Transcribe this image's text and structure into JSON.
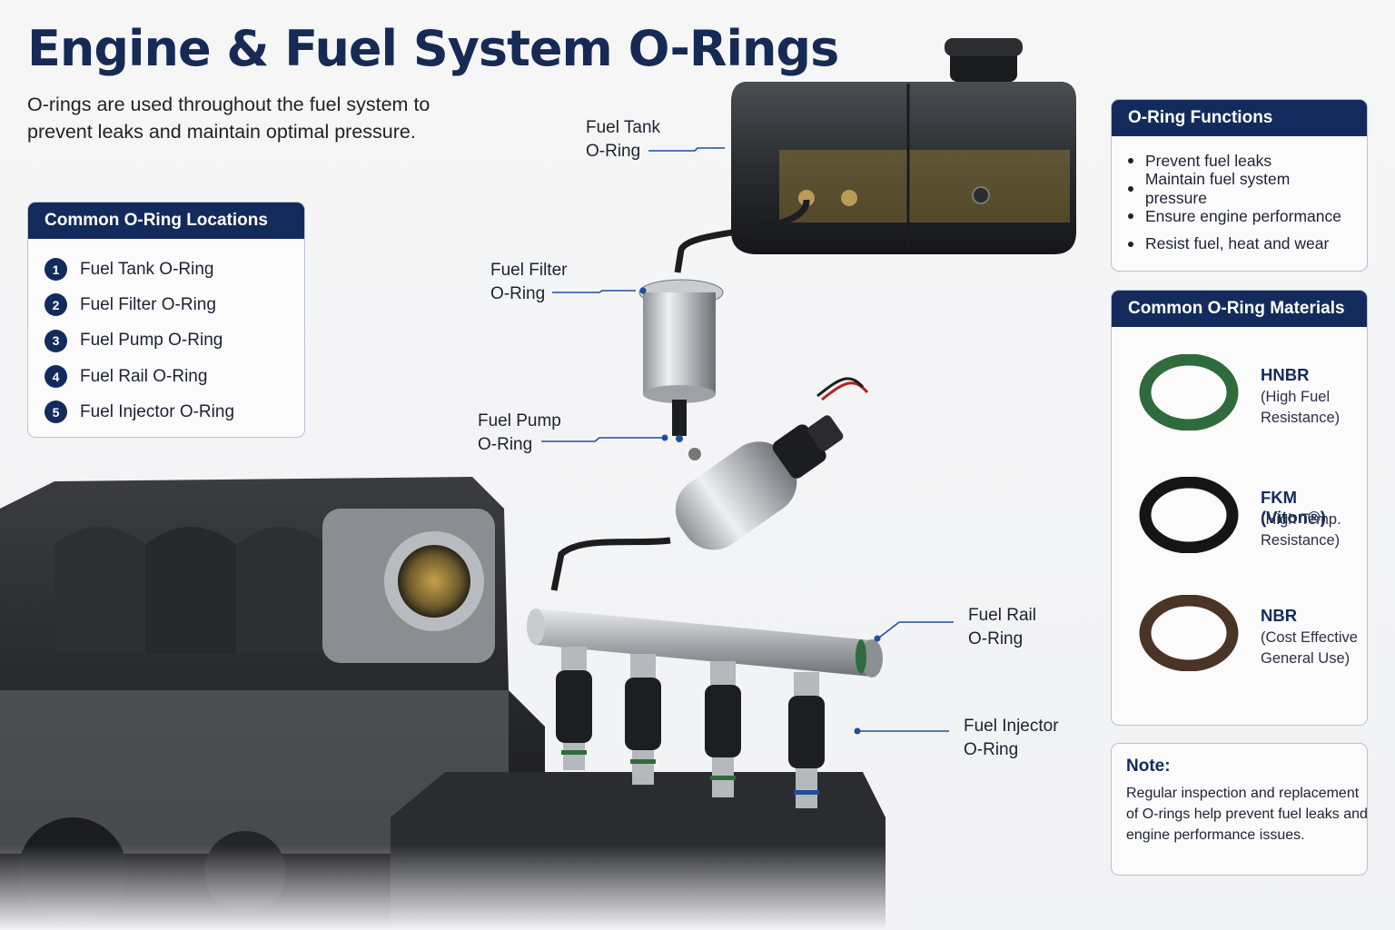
{
  "title": "Engine & Fuel System O-Rings",
  "subtitle": "O-rings are used throughout the fuel system to prevent leaks and maintain optimal pressure.",
  "locations": {
    "heading": "Common O-Ring Locations",
    "items": [
      {
        "number": "1",
        "label": "Fuel Tank O-Ring"
      },
      {
        "number": "2",
        "label": "Fuel Filter O-Ring"
      },
      {
        "number": "3",
        "label": "Fuel Pump O-Ring"
      },
      {
        "number": "4",
        "label": "Fuel Rail O-Ring"
      },
      {
        "number": "5",
        "label": "Fuel Injector O-Ring"
      }
    ]
  },
  "callouts": {
    "tank": {
      "line1": "Fuel Tank",
      "line2": "O-Ring"
    },
    "filter": {
      "line1": "Fuel Filter",
      "line2": "O-Ring"
    },
    "pump": {
      "line1": "Fuel Pump",
      "line2": "O-Ring"
    },
    "rail": {
      "line1": "Fuel Rail",
      "line2": "O-Ring"
    },
    "injector": {
      "line1": "Fuel Injector",
      "line2": "O-Ring"
    }
  },
  "functions": {
    "heading": "O-Ring Functions",
    "items": [
      "Prevent fuel leaks",
      "Maintain fuel system pressure",
      "Ensure engine performance",
      "Resist fuel, heat and wear"
    ]
  },
  "materials": {
    "heading": "Common O-Ring Materials",
    "items": [
      {
        "name": "HNBR",
        "desc1": "(High Fuel",
        "desc2": "Resistance)",
        "color": "#2f6b3d"
      },
      {
        "name": "FKM (Viton®)",
        "desc1": "(High Temp.",
        "desc2": "Resistance)",
        "color": "#151515"
      },
      {
        "name": "NBR",
        "desc1": "(Cost Effective",
        "desc2": "General Use)",
        "color": "#4a3426"
      }
    ]
  },
  "note": {
    "heading": "Note:",
    "text": "Regular inspection and replacement of O-rings help prevent fuel leaks and engine performance issues."
  },
  "colors": {
    "navy": "#132b5c",
    "callout_line": "#1f4e9a"
  }
}
